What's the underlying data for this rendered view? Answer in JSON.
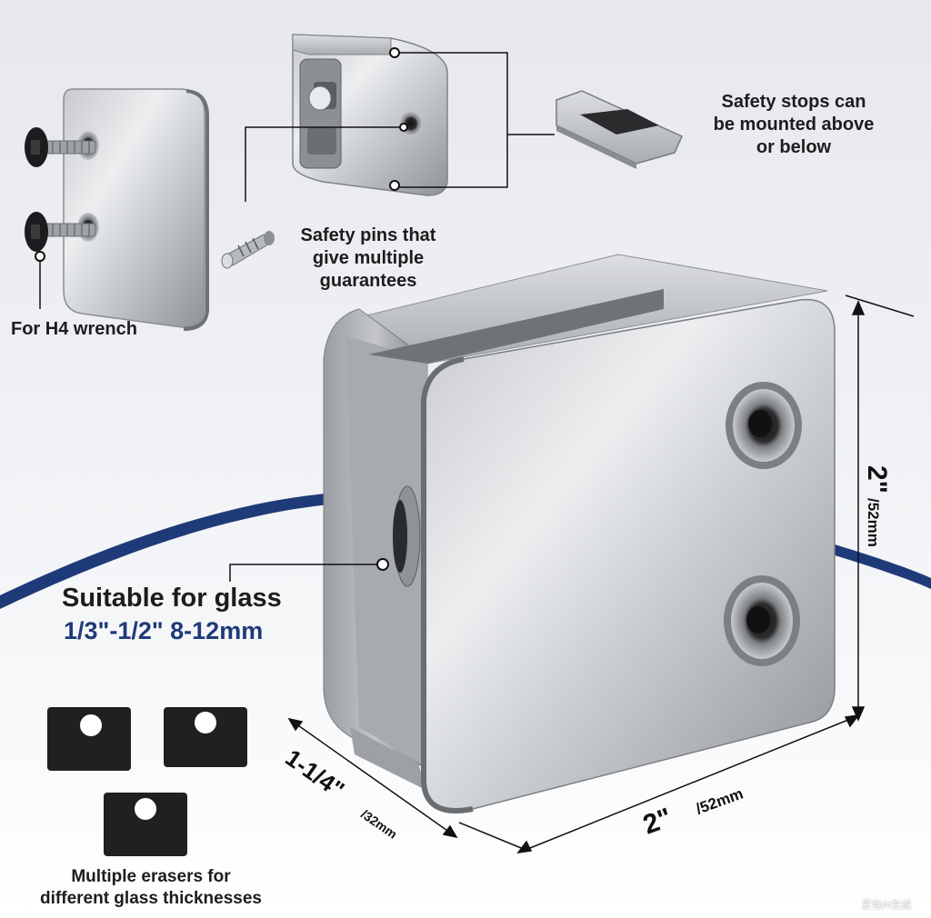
{
  "callouts": {
    "safety_stops": [
      "Safety stops can",
      "be mounted above",
      "or below"
    ],
    "safety_pins": [
      "Safety pins that",
      "give multiple",
      "guarantees"
    ],
    "wrench": "For H4 wrench",
    "glass_title": "Suitable for glass",
    "glass_range": "1/3\"-1/2\" 8-12mm",
    "erasers": [
      "Multiple erasers for",
      "different glass thicknesses"
    ]
  },
  "dimensions": {
    "height_main": "2\"",
    "height_sub": "/52mm",
    "width_main": "2\"",
    "width_sub": "/52mm",
    "depth_main": "1-1/4\"",
    "depth_sub": "/32mm"
  },
  "watermark": "豆包AI生成",
  "colors": {
    "accent_arc": "#1f3a78",
    "metal_light": "#d9dbde",
    "metal_dark": "#8d9094",
    "gasket": "#1f2022"
  }
}
